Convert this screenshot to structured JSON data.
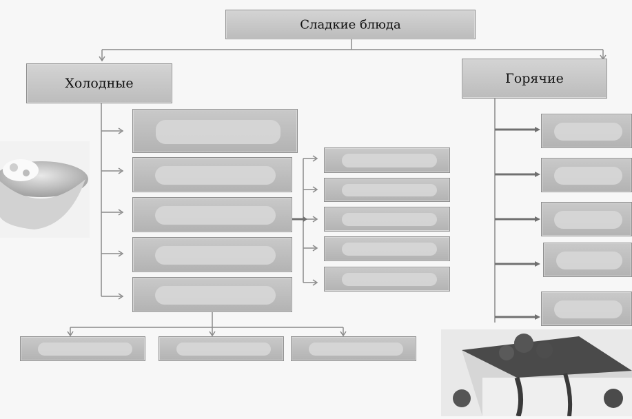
{
  "diagram": {
    "root": {
      "label": "Сладкие блюда"
    },
    "cold": {
      "label": "Холодные"
    },
    "hot": {
      "label": "Горячие"
    }
  },
  "colors": {
    "box_fill": "#bdbdbd",
    "box_border": "#8e8e8e",
    "connector": "#8a8a8a",
    "hot_arrow": "#7a7a7a",
    "background": "#f7f7f7"
  }
}
